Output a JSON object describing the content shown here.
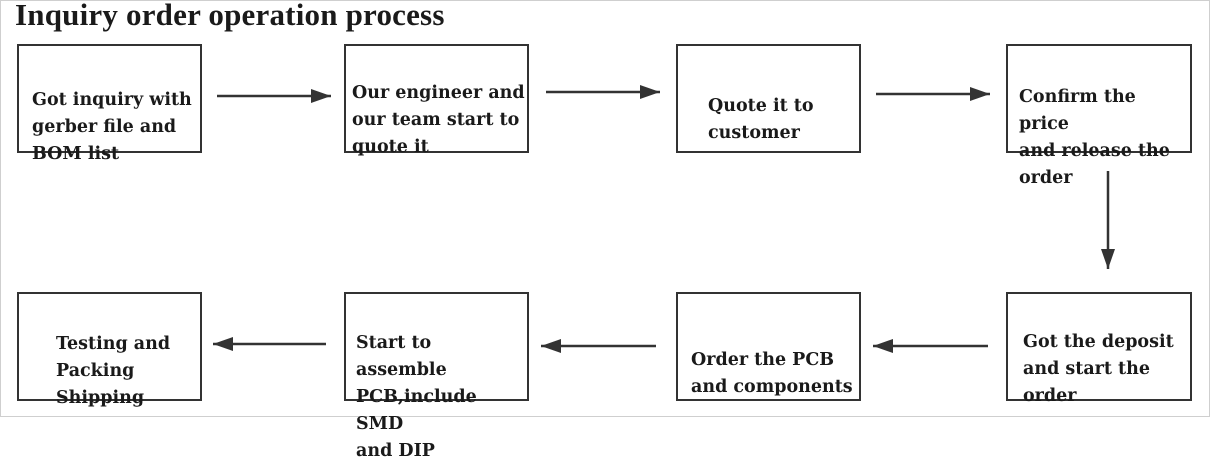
{
  "title": "Inquiry order operation process",
  "nodes": [
    {
      "id": "inquiry",
      "label": "Got inquiry with\ngerber file and\nBOM list"
    },
    {
      "id": "engineer-quote",
      "label": "Our engineer and\nour team start to\nquote it"
    },
    {
      "id": "quote-customer",
      "label": "Quote it to\ncustomer"
    },
    {
      "id": "confirm-price",
      "label": "Confirm the price\nand release the\norder"
    },
    {
      "id": "deposit",
      "label": "Got the deposit\nand start the\norder"
    },
    {
      "id": "order-pcb",
      "label": "Order the PCB\nand components"
    },
    {
      "id": "assemble",
      "label": "Start to assemble\nPCB,include SMD\nand DIP"
    },
    {
      "id": "testing",
      "label": "Testing and\nPacking\nShipping"
    }
  ],
  "edges": [
    {
      "from": "inquiry",
      "to": "engineer-quote"
    },
    {
      "from": "engineer-quote",
      "to": "quote-customer"
    },
    {
      "from": "quote-customer",
      "to": "confirm-price"
    },
    {
      "from": "confirm-price",
      "to": "deposit"
    },
    {
      "from": "deposit",
      "to": "order-pcb"
    },
    {
      "from": "order-pcb",
      "to": "assemble"
    },
    {
      "from": "assemble",
      "to": "testing"
    }
  ],
  "colors": {
    "stroke": "#333333",
    "text": "#1a1a1a",
    "background": "#ffffff"
  }
}
